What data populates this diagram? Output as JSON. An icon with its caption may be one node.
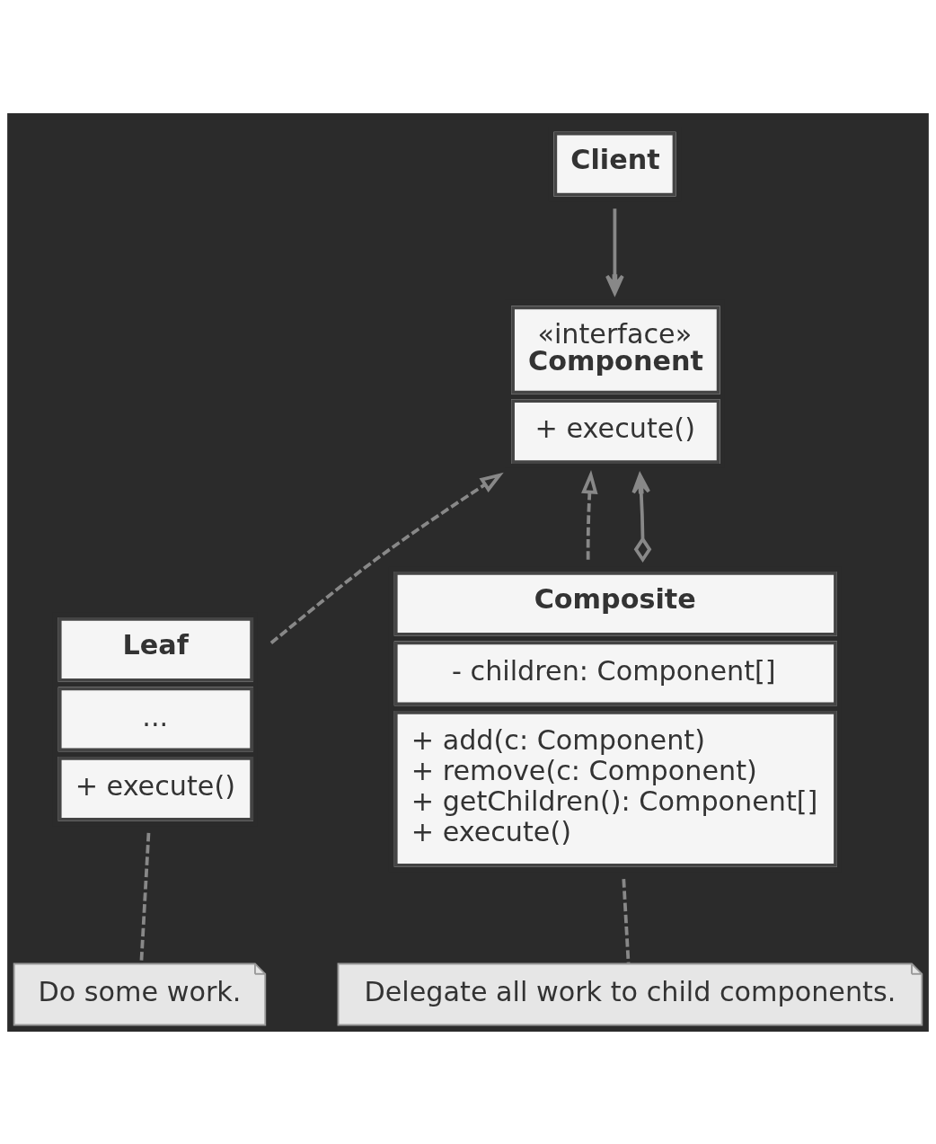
{
  "diagram": {
    "nodes": [
      {
        "text": [
          "Client"
        ]
      },
      {
        "text": [
          "«interface»",
          "Component",
          "+ execute()"
        ]
      },
      {
        "text": [
          "Leaf",
          "...",
          "+ execute()"
        ]
      },
      {
        "text": [
          "Composite",
          "- children: Component[]",
          "+ add(c: Component)",
          "+ remove(c: Component)",
          "+ getChildren(): Component[]",
          "+ execute()"
        ]
      },
      {
        "text": [
          "Do some work."
        ]
      },
      {
        "text": [
          "Delegate all work to child components."
        ]
      }
    ],
    "edges": [
      {
        "from": 0,
        "to": 1,
        "arrow": "to"
      },
      {
        "from": 2,
        "to": 1,
        "arrow": "to",
        "style": "dashed"
      },
      {
        "from": 3,
        "to": 1,
        "arrow": "to",
        "style": "dashed"
      },
      {
        "from": 3,
        "to": 1,
        "arrow": "to"
      },
      {
        "from": 2,
        "to": 4,
        "arrow": "none",
        "style": "dashed"
      },
      {
        "from": 3,
        "to": 5,
        "arrow": "none",
        "style": "dashed"
      }
    ]
  }
}
